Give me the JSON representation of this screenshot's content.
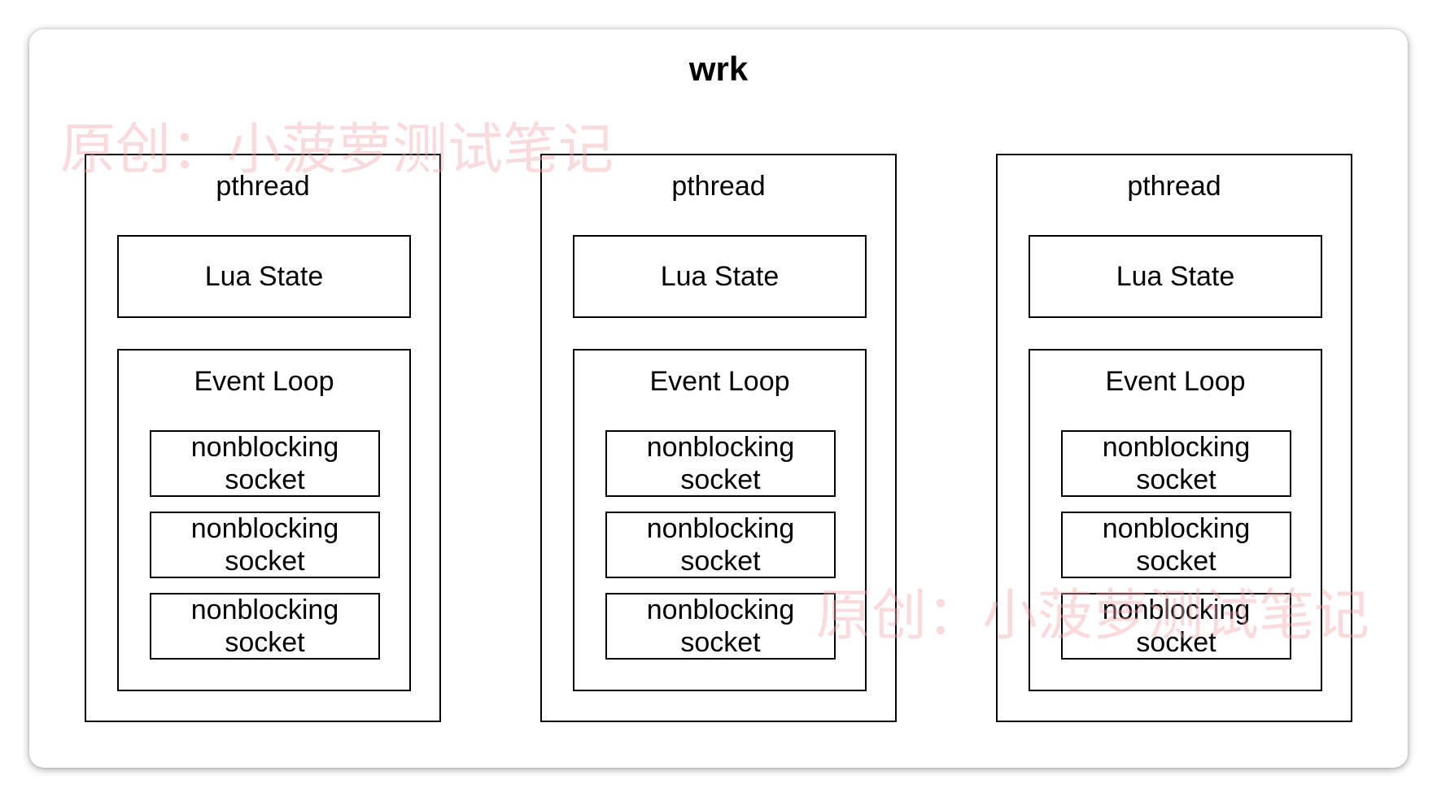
{
  "diagram": {
    "title": "wrk",
    "threads": [
      {
        "label": "pthread",
        "lua_state": "Lua State",
        "event_loop": {
          "label": "Event Loop",
          "sockets": [
            "nonblocking\nsocket",
            "nonblocking\nsocket",
            "nonblocking\nsocket"
          ]
        }
      },
      {
        "label": "pthread",
        "lua_state": "Lua State",
        "event_loop": {
          "label": "Event Loop",
          "sockets": [
            "nonblocking\nsocket",
            "nonblocking\nsocket",
            "nonblocking\nsocket"
          ]
        }
      },
      {
        "label": "pthread",
        "lua_state": "Lua State",
        "event_loop": {
          "label": "Event Loop",
          "sockets": [
            "nonblocking\nsocket",
            "nonblocking\nsocket",
            "nonblocking\nsocket"
          ]
        }
      }
    ]
  },
  "watermark": {
    "text_1": "原创：小菠萝测试笔记",
    "text_2": "原创：小菠萝测试笔记",
    "color": "#f0aaaf"
  }
}
